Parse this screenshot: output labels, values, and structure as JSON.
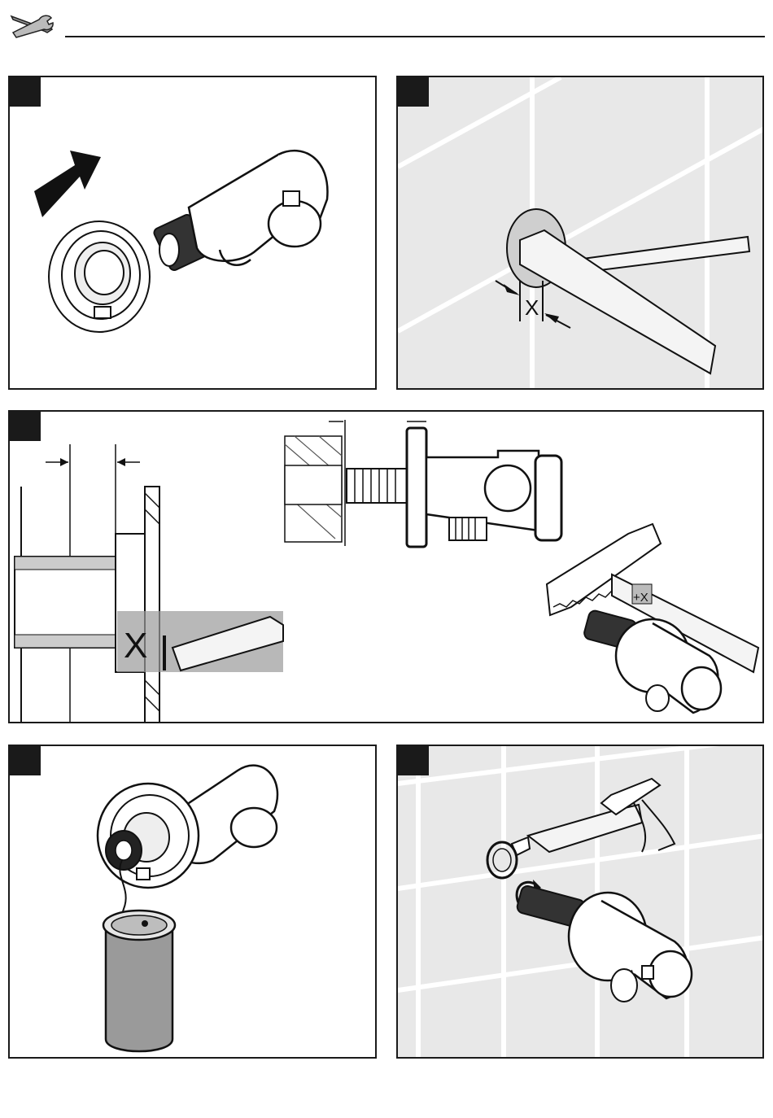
{
  "header": {
    "icon": "tools-icon"
  },
  "panels": [
    {
      "id": "1",
      "marker": ""
    },
    {
      "id": "2",
      "marker": "X"
    },
    {
      "id": "3",
      "marker": "X",
      "detail_marker": "+X"
    },
    {
      "id": "4",
      "marker": ""
    },
    {
      "id": "5",
      "marker": ""
    }
  ],
  "colors": {
    "frame": "#1a1a1a",
    "tile_background": "#e8e8e8",
    "tile_grout": "#ffffff",
    "shade": "#9a9a9a"
  }
}
